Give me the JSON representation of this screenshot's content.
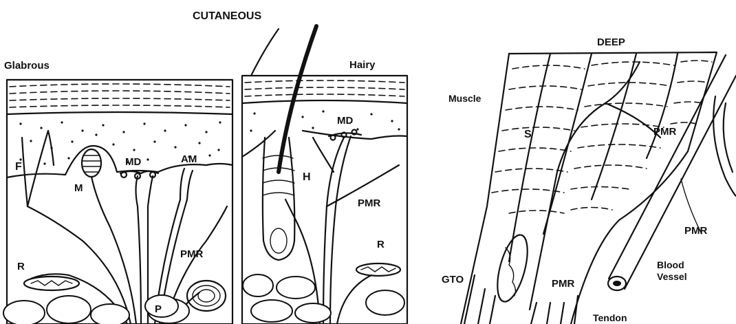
{
  "headings": {
    "cutaneous": "CUTANEOUS",
    "deep": "DEEP"
  },
  "glabrous": {
    "title": "Glabrous",
    "labels": {
      "f": "F",
      "m": "M",
      "md": "MD",
      "am": "AM",
      "r": "R",
      "pmr": "PMR",
      "p": "P"
    }
  },
  "hairy": {
    "title": "Hairy",
    "labels": {
      "md": "MD",
      "h": "H",
      "pmr": "PMR",
      "r": "R"
    }
  },
  "deep": {
    "labels": {
      "muscle": "Muscle",
      "s": "S",
      "pmr_top": "PMR",
      "pmr_right": "PMR",
      "pmr_bottom": "PMR",
      "gto": "GTO",
      "blood_vessel_line1": "Blood",
      "blood_vessel_line2": "Vessel",
      "tendon": "Tendon"
    }
  }
}
